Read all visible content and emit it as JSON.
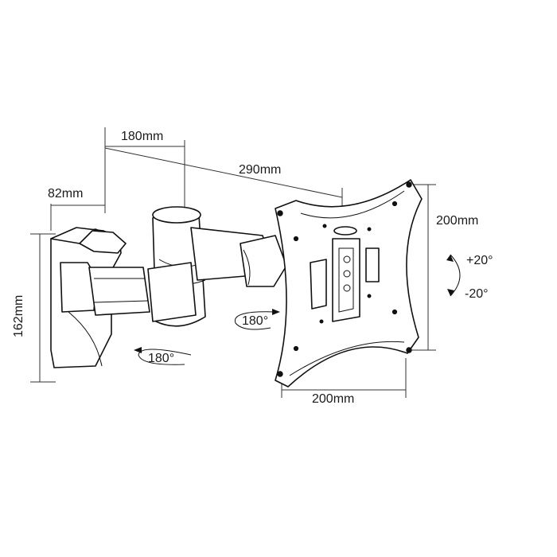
{
  "dimensions": {
    "wall_depth": "82mm",
    "arm_first": "180mm",
    "arm_total": "290mm",
    "plate_height": "200mm",
    "plate_width": "200mm",
    "wall_height": "162mm"
  },
  "rotations": {
    "tilt_up": "+20°",
    "tilt_down": "-20°",
    "swivel_plate": "180°",
    "swivel_wall": "180°"
  }
}
